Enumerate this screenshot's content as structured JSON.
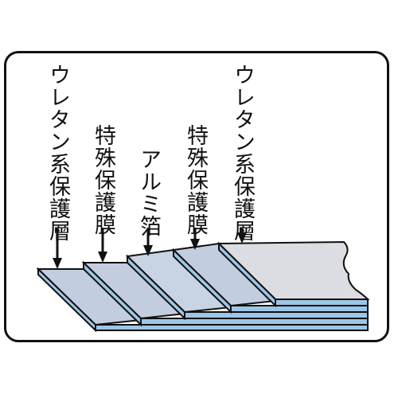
{
  "labels": {
    "urethane_left": "ウレタン系保護層",
    "special_left": "特殊保護膜",
    "aluminum": "アルミ箔",
    "special_right": "特殊保護膜",
    "urethane_right": "ウレタン系保護層"
  },
  "colors": {
    "frame_border": "#111111",
    "top_layer_face": "#dcdde2",
    "blue_layer_face": "#c3cde0",
    "layer_edge": "#9dc6e6",
    "outline": "#111111"
  }
}
